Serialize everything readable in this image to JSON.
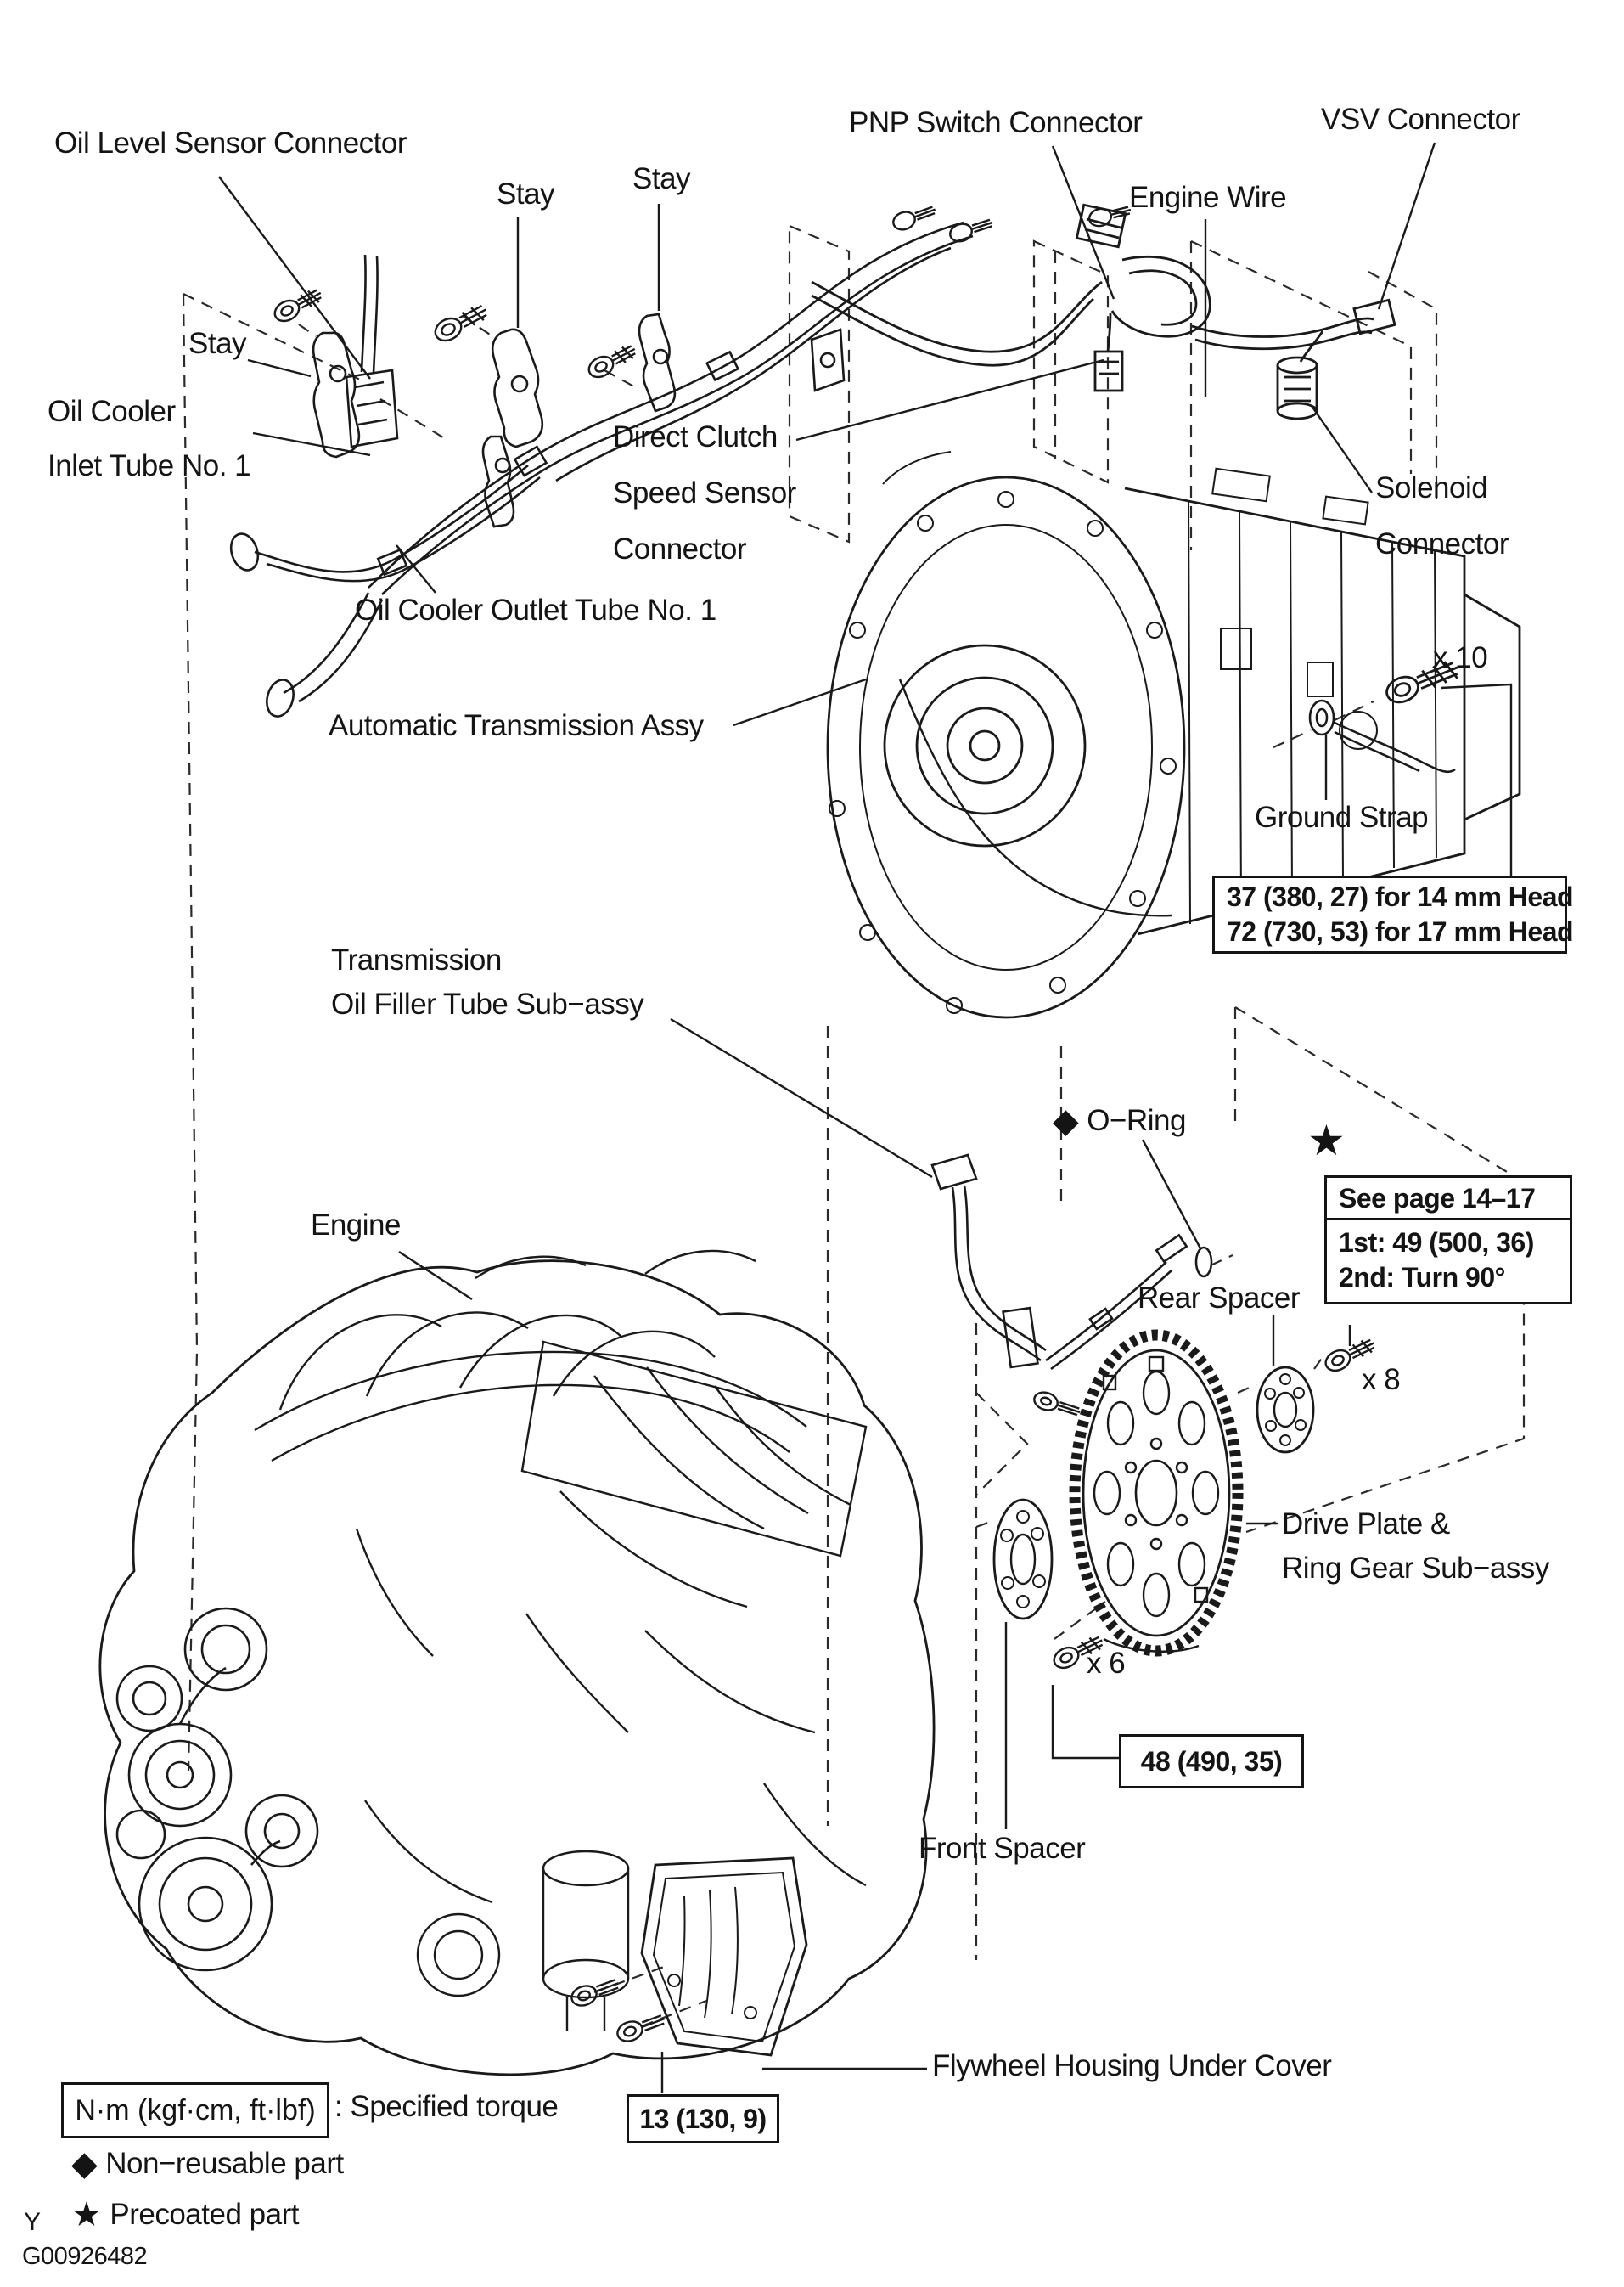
{
  "labels": [
    {
      "id": "oil-level-sensor-connector",
      "text": "Oil Level Sensor Connector"
    },
    {
      "id": "stay-top-1",
      "text": "Stay"
    },
    {
      "id": "stay-top-2",
      "text": "Stay"
    },
    {
      "id": "pnp-switch-connector",
      "text": "PNP Switch Connector"
    },
    {
      "id": "engine-wire",
      "text": "Engine Wire"
    },
    {
      "id": "vsv-connector",
      "text": "VSV Connector"
    },
    {
      "id": "solenoid-connector-line1",
      "text": "Solenoid"
    },
    {
      "id": "solenoid-connector-line2",
      "text": "Connector"
    },
    {
      "id": "stay-left",
      "text": "Stay"
    },
    {
      "id": "oil-cooler-line1",
      "text": "Oil Cooler"
    },
    {
      "id": "oil-cooler-line2",
      "text": "Inlet Tube No. 1"
    },
    {
      "id": "direct-clutch-line1",
      "text": "Direct Clutch"
    },
    {
      "id": "direct-clutch-line2",
      "text": "Speed Sensor"
    },
    {
      "id": "direct-clutch-line3",
      "text": "Connector"
    },
    {
      "id": "oil-cooler-outlet",
      "text": "Oil Cooler Outlet Tube No. 1"
    },
    {
      "id": "automatic-transmission-assy",
      "text": "Automatic Transmission Assy"
    },
    {
      "id": "count-x10",
      "text": "x 10"
    },
    {
      "id": "ground-strap",
      "text": "Ground Strap"
    },
    {
      "id": "transmission-line1",
      "text": "Transmission"
    },
    {
      "id": "transmission-line2",
      "text": "Oil Filler Tube Sub−assy"
    },
    {
      "id": "o-ring",
      "text": "O−Ring"
    },
    {
      "id": "rear-spacer",
      "text": "Rear Spacer"
    },
    {
      "id": "count-x8",
      "text": "x 8"
    },
    {
      "id": "engine",
      "text": "Engine"
    },
    {
      "id": "drive-plate-line1",
      "text": "Drive Plate &"
    },
    {
      "id": "drive-plate-line2",
      "text": "Ring Gear Sub−assy"
    },
    {
      "id": "count-x6",
      "text": "x 6"
    },
    {
      "id": "front-spacer",
      "text": "Front Spacer"
    },
    {
      "id": "flywheel-housing-under-cover",
      "text": "Flywheel Housing Under Cover"
    }
  ],
  "symbols": {
    "diamond": "◆",
    "star": "★"
  },
  "callout_boxes": {
    "bolt_head_torques": {
      "lines": [
        "37 (380, 27) for 14 mm Head",
        "72 (730, 53) for 17 mm Head"
      ]
    },
    "precoated_bolt_spec": {
      "header": "See page 14–17",
      "steps": [
        "1st: 49 (500, 36)",
        "2nd: Turn 90°"
      ]
    },
    "drive_plate_torque": "48 (490, 35)",
    "under_cover_torque": "13  (130, 9)"
  },
  "legend": {
    "torque_unit": "N·m (kgf·cm, ft·lbf)",
    "torque_label": ": Specified torque",
    "non_reusable": "Non−reusable part",
    "precoated": "Precoated part"
  },
  "footer": {
    "page_marker": "Y",
    "figure_code": "G00926482"
  }
}
